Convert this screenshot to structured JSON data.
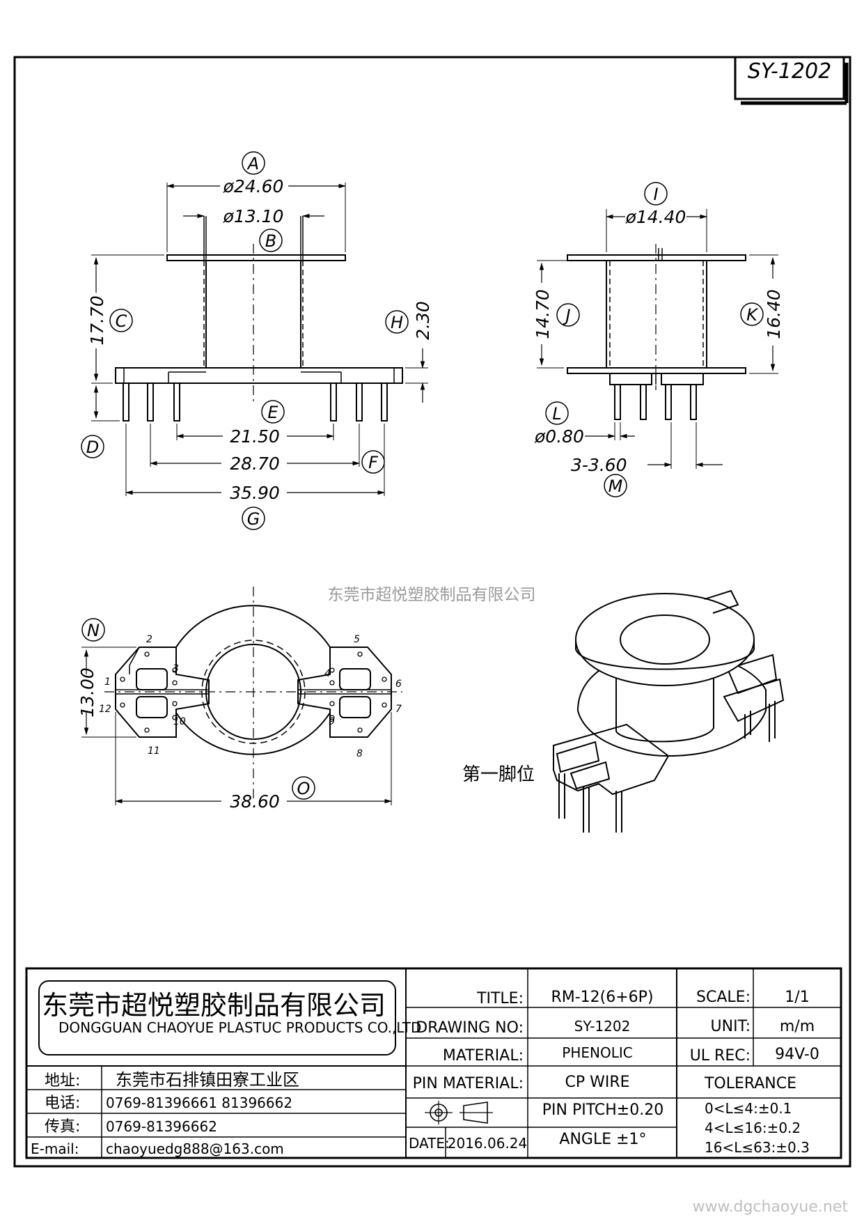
{
  "drawing_id": "SY-1202",
  "watermark": "东莞市超悦塑胶制品有限公司",
  "footer_url": "www.dgchaoyue.net",
  "first_pin_label": "第一脚位",
  "front_view": {
    "dim_A": "ø24.60",
    "dim_B": "ø13.10",
    "dim_C": "17.70",
    "dim_H": "2.30",
    "dim_E": "21.50",
    "dim_F": "28.70",
    "dim_G": "35.90"
  },
  "side_view": {
    "dim_I": "ø14.40",
    "dim_J": "14.70",
    "dim_K": "16.40",
    "dim_L": "ø0.80",
    "dim_M": "3-3.60"
  },
  "bottom_view": {
    "dim_N": "13.00",
    "dim_O": "38.60",
    "pins": [
      "1",
      "2",
      "3",
      "4",
      "5",
      "6",
      "7",
      "8",
      "9",
      "10",
      "11",
      "12"
    ]
  },
  "callouts": [
    "A",
    "B",
    "C",
    "D",
    "E",
    "F",
    "G",
    "H",
    "I",
    "J",
    "K",
    "L",
    "M",
    "N",
    "O"
  ],
  "company": {
    "name_cn": "东莞市超悦塑胶制品有限公司",
    "name_en": "DONGGUAN CHAOYUE PLASTUC PRODUCTS CO.,LTD"
  },
  "contact": {
    "address_label": "地址:",
    "address": "东莞市石排镇田寮工业区",
    "phone_label": "电话:",
    "phone": "0769-81396661   81396662",
    "fax_label": "传真:",
    "fax": "0769-81396662",
    "email_label": "E-mail:",
    "email": "chaoyuedg888@163.com"
  },
  "title_block": {
    "title_label": "TITLE:",
    "title": "RM-12(6+6P)",
    "drawing_no_label": "DRAWING NO:",
    "drawing_no": "SY-1202",
    "material_label": "MATERIAL:",
    "material": "PHENOLIC",
    "pin_material_label": "PIN MATERIAL:",
    "pin_material": "CP WIRE",
    "pin_pitch": "PIN PITCH±0.20",
    "angle": "ANGLE  ±1°",
    "date_label": "DATE:",
    "date": "2016.06.24",
    "scale_label": "SCALE:",
    "scale": "1/1",
    "unit_label": "UNIT:",
    "unit": "m/m",
    "ul_label": "UL REC:",
    "ul": "94V-0",
    "tolerance_label": "TOLERANCE",
    "tolerances": [
      "0<L≤4:±0.1",
      "4<L≤16:±0.2",
      "16<L≤63:±0.3"
    ]
  }
}
